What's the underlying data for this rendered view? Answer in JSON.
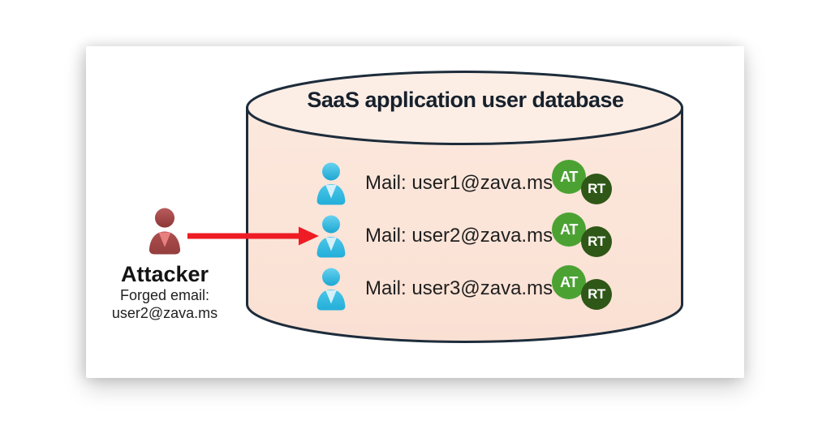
{
  "database": {
    "title": "SaaS application user database",
    "rows": [
      {
        "mail": "Mail: user1@zava.ms",
        "at": "AT",
        "rt": "RT"
      },
      {
        "mail": "Mail: user2@zava.ms",
        "at": "AT",
        "rt": "RT"
      },
      {
        "mail": "Mail: user3@zava.ms",
        "at": "AT",
        "rt": "RT"
      }
    ]
  },
  "attacker": {
    "label": "Attacker",
    "note_line1": "Forged email:",
    "note_line2": "user2@zava.ms"
  },
  "icons": {
    "database": "database-cylinder",
    "user": "person-icon",
    "attacker": "person-icon",
    "arrow": "attack-arrow-icon"
  },
  "colors": {
    "cylinder_body_fill": "#fbe3d7",
    "cylinder_top_fill": "#fdeee5",
    "cylinder_outline": "#1d2c3b",
    "user_icon_blue": "#2ab4de",
    "attacker_icon_red": "#a34545",
    "arrow_red": "#ee1c24",
    "at_badge_green": "#4ba233",
    "rt_badge_green": "#2f5717",
    "text": "#1f1f1f"
  }
}
